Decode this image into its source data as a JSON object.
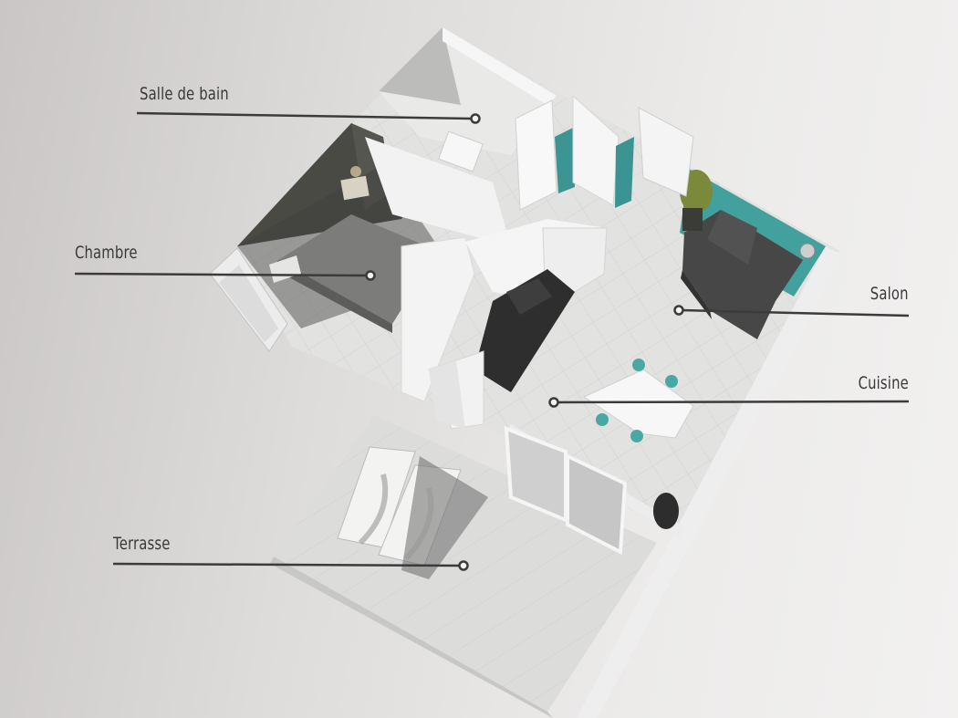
{
  "rooms": {
    "salle_de_bain": "Salle de bain",
    "chambre": "Chambre",
    "salon": "Salon",
    "cuisine": "Cuisine",
    "terrasse": "Terrasse"
  },
  "colors": {
    "leader_line": "#3c3a3a",
    "accent_wall": "#3e9a97",
    "floor_tile": "#e4e4e3",
    "wall": "#f4f4f4",
    "furniture_dark": "#3e3e3e"
  }
}
